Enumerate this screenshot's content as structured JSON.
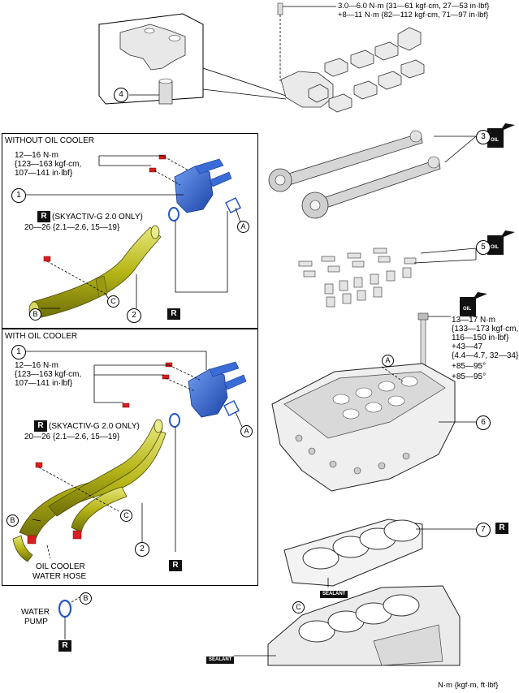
{
  "torque": {
    "top_line1": "3.0—6.0 N·m {31—61 kgf·cm, 27—53 in·lbf}",
    "top_line2": "+8—11 N·m {82—112 kgf·cm, 71—97 in·lbf}",
    "woc_line1": "12—16 N·m",
    "woc_line2": "{123—163 kgf·cm,",
    "woc_line3": "107—141 in·lbf}",
    "woc_sky_line1": "(SKYACTIV-G 2.0 ONLY)",
    "woc_sky_line2": "20—26 {2.1—2.6, 15—19}",
    "wc_line1": "12—16 N·m",
    "wc_line2": "{123—163 kgf·cm,",
    "wc_line3": "107—141 in·lbf}",
    "wc_sky_line1": "(SKYACTIV-G 2.0 ONLY)",
    "wc_sky_line2": "20—26 {2.1—2.6, 15—19}",
    "head_line1": "13—17 N·m",
    "head_line2": "{133—173 kgf·cm,",
    "head_line3": "116—150 in·lbf}",
    "head_line4": "+43—47",
    "head_line5": "{4.4—4.7, 32—34}",
    "head_line6": "+85—95°",
    "head_line7": "+85—95°"
  },
  "panels": {
    "without_title": "WITHOUT OIL COOLER",
    "with_title": "WITH OIL COOLER"
  },
  "labels": {
    "oil_cooler_hose_1": "OIL COOLER",
    "oil_cooler_hose_2": "WATER HOSE",
    "water_pump_1": "WATER",
    "water_pump_2": "PUMP",
    "units": "N·m {kgf·m, ft·lbf}",
    "sealant": "SEALANT",
    "replace": "R",
    "oil": "OIL"
  },
  "callouts": {
    "n1": "1",
    "n2": "2",
    "n3": "3",
    "n4": "4",
    "n5": "5",
    "n6": "6",
    "n7": "7",
    "a": "A",
    "b": "B",
    "c": "C"
  },
  "colors": {
    "water_outlet": "#2457c8",
    "pipe": "#b8b81a",
    "bolt": "#d81e1e"
  }
}
